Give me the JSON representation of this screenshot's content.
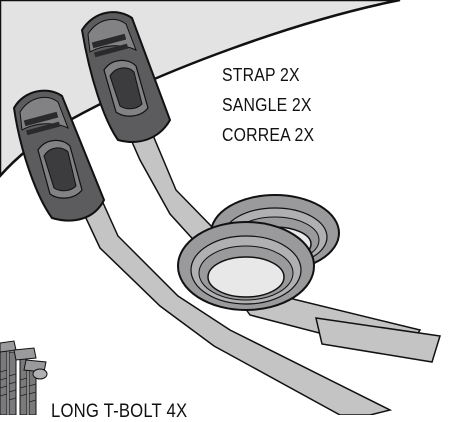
{
  "labels": {
    "strap": "STRAP 2X",
    "sangle": "SANGLE 2X",
    "correa": "CORREA 2X",
    "bolt": "LONG T-BOLT 4X"
  },
  "colors": {
    "background": "#ffffff",
    "panel": "#e3e3e3",
    "buckle_dark": "#5c5c5e",
    "buckle_mid": "#828284",
    "strap_fill": "#c4c4c4",
    "coil_fill": "#9a9a9c",
    "outline": "#111111"
  },
  "icons": [
    "strap-buckle-icon",
    "strap-coil-icon",
    "t-bolt-icon"
  ]
}
